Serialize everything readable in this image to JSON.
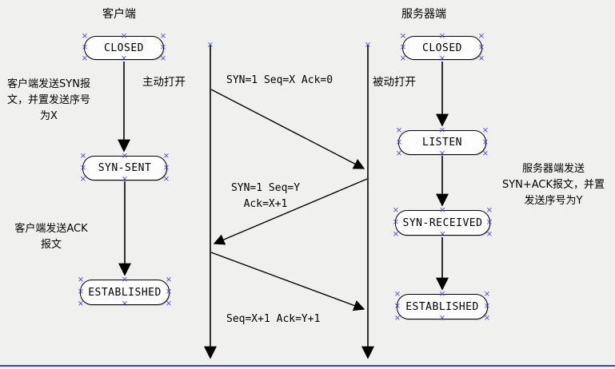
{
  "diagram": {
    "client": {
      "title": "客户端",
      "open_label": "主动打开",
      "states": [
        "CLOSED",
        "SYN-SENT",
        "ESTABLISHED"
      ],
      "note_syn": [
        "客户端发送SYN报",
        "文，并置发送序号",
        "为X"
      ],
      "note_ack": [
        "客户端发送ACK",
        "报文"
      ]
    },
    "server": {
      "title": "服务器端",
      "open_label": "被动打开",
      "states": [
        "CLOSED",
        "LISTEN",
        "SYN-RECEIVED",
        "ESTABLISHED"
      ],
      "note_synack": [
        "服务器端发送",
        "SYN+ACK报文，并置",
        "发送序号为Y"
      ]
    },
    "messages": {
      "syn": "SYN=1 Seq=X Ack=0",
      "synack_line1": "SYN=1 Seq=Y",
      "synack_line2": "Ack=X+1",
      "ack": "Seq=X+1 Ack=Y+1"
    },
    "colors": {
      "handle": "#3a3aee",
      "line": "#000000",
      "background": "#f0f0ee",
      "bottom_bar": "#4040c8"
    }
  }
}
